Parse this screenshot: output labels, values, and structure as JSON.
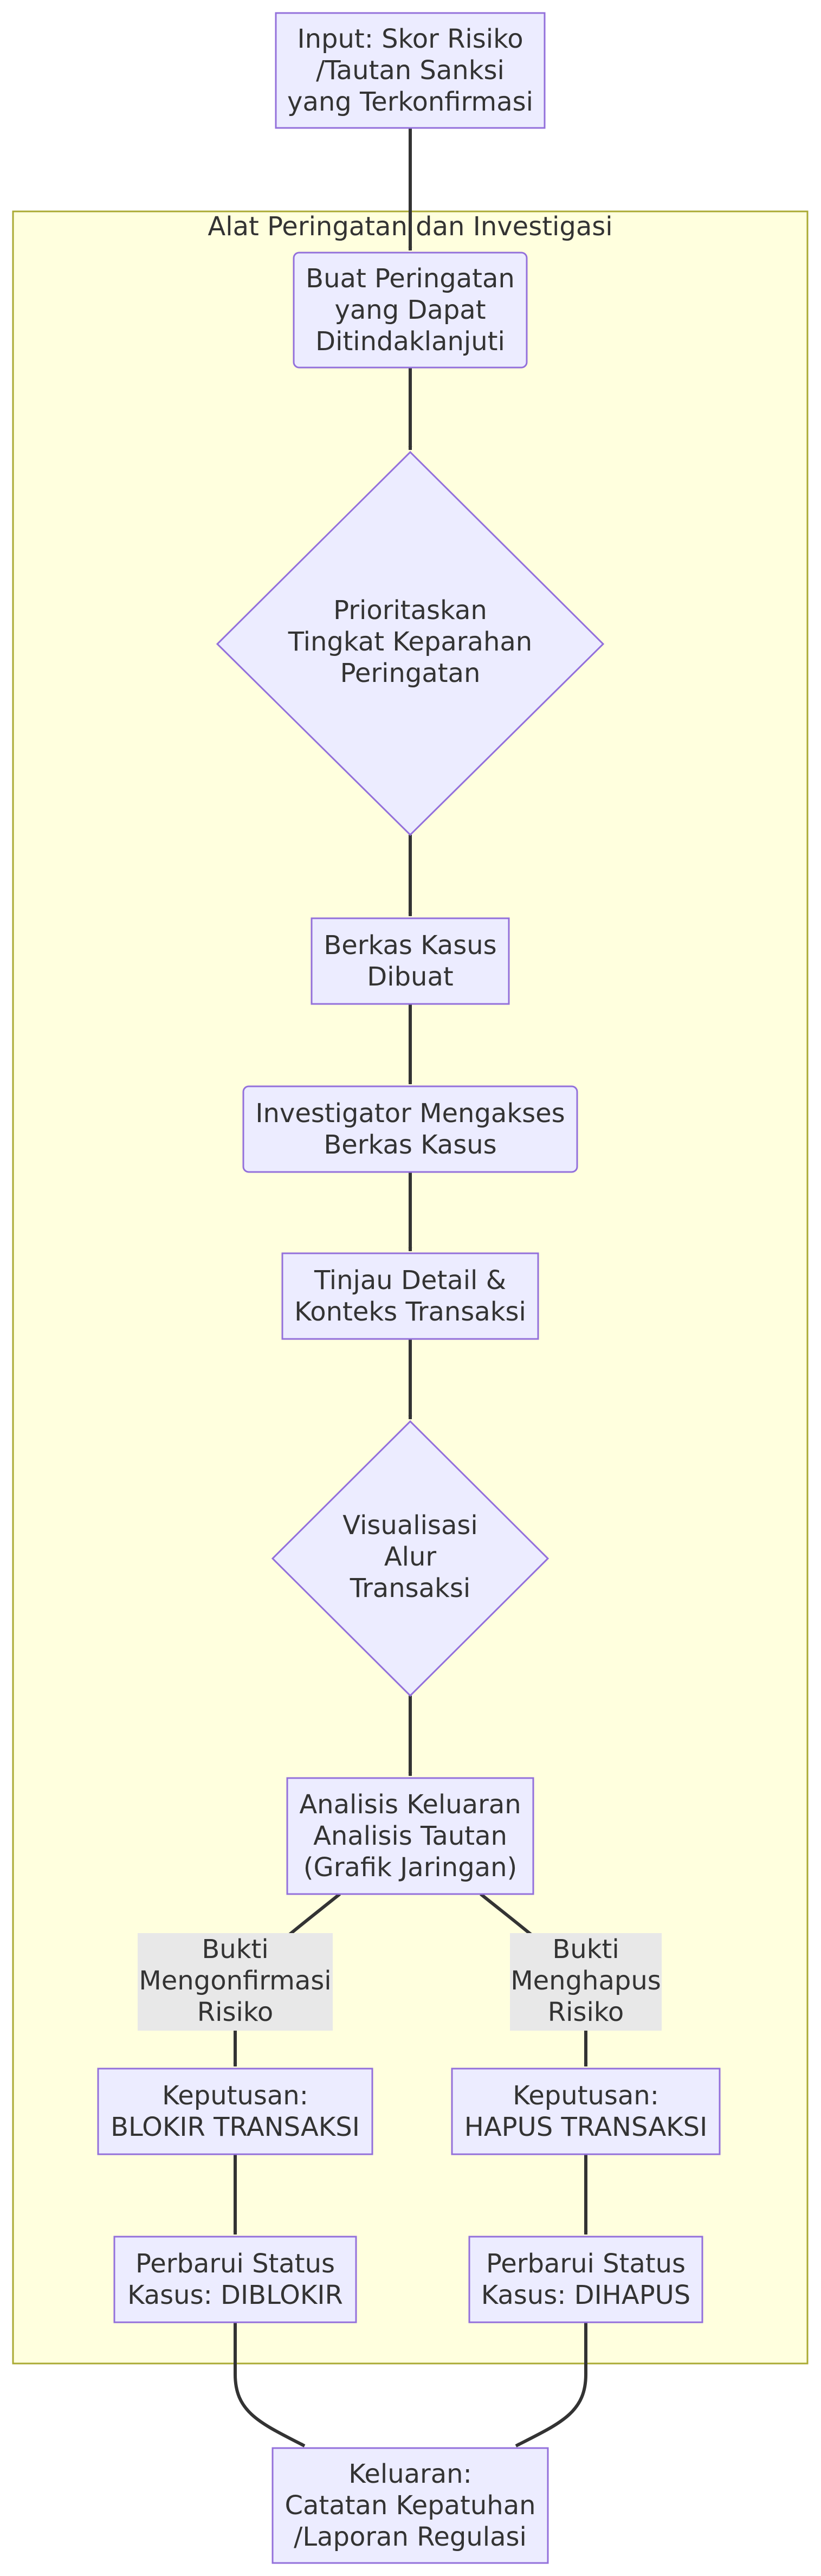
{
  "cluster": {
    "title": "Alat Peringatan dan Investigasi"
  },
  "nodes": {
    "input": [
      "Input: Skor Risiko",
      "/Tautan Sanksi",
      "yang Terkonfirmasi"
    ],
    "alert": [
      "Buat Peringatan",
      "yang Dapat",
      "Ditindaklanjuti"
    ],
    "prioritize": [
      "Prioritaskan",
      "Tingkat Keparahan",
      "Peringatan"
    ],
    "case_file": [
      "Berkas Kasus",
      "Dibuat"
    ],
    "investigator": [
      "Investigator Mengakses",
      "Berkas Kasus"
    ],
    "review": [
      "Tinjau Detail &",
      "Konteks Transaksi"
    ],
    "visualize": [
      "Visualisasi",
      "Alur",
      "Transaksi"
    ],
    "analysis": [
      "Analisis Keluaran",
      "Analisis Tautan",
      "(Grafik Jaringan)"
    ],
    "block_decision": [
      "Keputusan:",
      "BLOKIR TRANSAKSI"
    ],
    "clear_decision": [
      "Keputusan:",
      "HAPUS TRANSAKSI"
    ],
    "block_status": [
      "Perbarui Status",
      "Kasus: DIBLOKIR"
    ],
    "clear_status": [
      "Perbarui Status",
      "Kasus: DIHAPUS"
    ],
    "output": [
      "Keluaran:",
      "Catatan Kepatuhan",
      "/Laporan Regulasi"
    ]
  },
  "edge_labels": {
    "confirm": [
      "Bukti",
      "Mengonfirmasi",
      "Risiko"
    ],
    "clear": [
      "Bukti",
      "Menghapus",
      "Risiko"
    ]
  }
}
